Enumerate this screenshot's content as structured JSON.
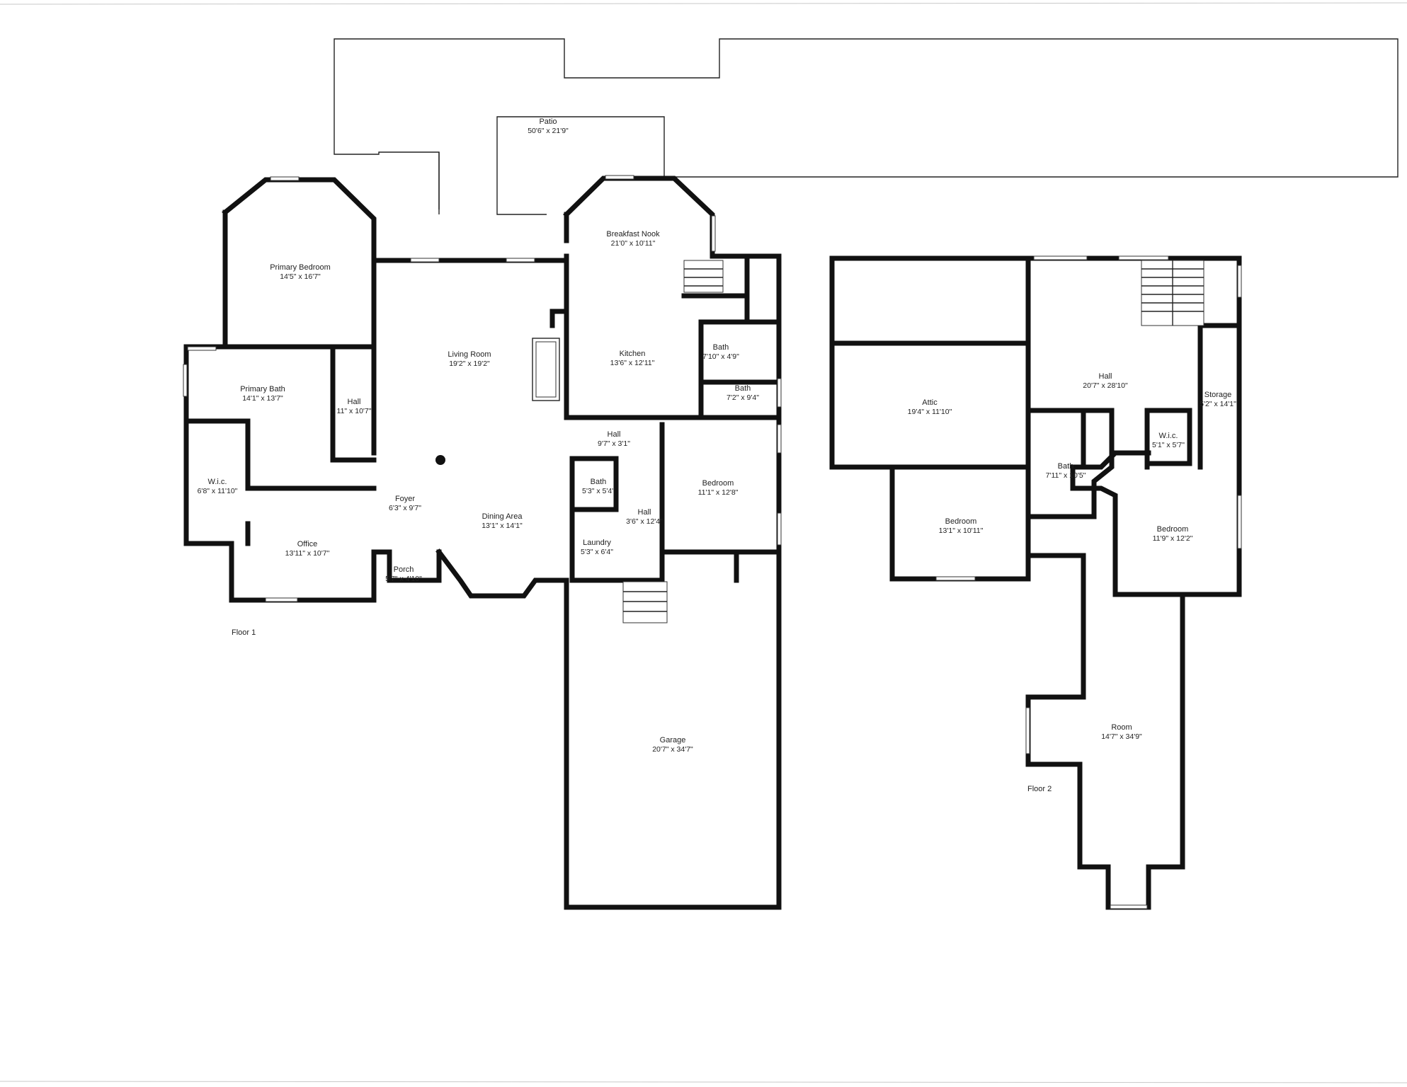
{
  "floors": [
    {
      "label": "Floor 1",
      "rooms": [
        {
          "name": "Patio",
          "dims": "50'6\" x 21'9\""
        },
        {
          "name": "Primary Bedroom",
          "dims": "14'5\" x 16'7\""
        },
        {
          "name": "Breakfast Nook",
          "dims": "21'0\" x 10'11\""
        },
        {
          "name": "Living Room",
          "dims": "19'2\" x 19'2\""
        },
        {
          "name": "Kitchen",
          "dims": "13'6\" x 12'11\""
        },
        {
          "name": "Bath",
          "dims": "7'10\" x 4'9\""
        },
        {
          "name": "Bath",
          "dims": "7'2\" x 9'4\""
        },
        {
          "name": "Primary Bath",
          "dims": "14'1\" x 13'7\""
        },
        {
          "name": "Hall",
          "dims": "11\" x 10'7\""
        },
        {
          "name": "Hall",
          "dims": "9'7\" x 3'1\""
        },
        {
          "name": "W.i.c.",
          "dims": "6'8\" x 11'10\""
        },
        {
          "name": "Foyer",
          "dims": "6'3\" x 9'7\""
        },
        {
          "name": "Dining Area",
          "dims": "13'1\" x 14'1\""
        },
        {
          "name": "Bath",
          "dims": "5'3\" x 5'4\""
        },
        {
          "name": "Hall",
          "dims": "3'6\" x 12'4\""
        },
        {
          "name": "Bedroom",
          "dims": "11'1\" x 12'8\""
        },
        {
          "name": "Office",
          "dims": "13'11\" x 10'7\""
        },
        {
          "name": "Laundry",
          "dims": "5'3\" x 6'4\""
        },
        {
          "name": "Porch",
          "dims": "5'7\" x 4'10\""
        },
        {
          "name": "Garage",
          "dims": "20'7\" x 34'7\""
        }
      ]
    },
    {
      "label": "Floor 2",
      "rooms": [
        {
          "name": "Attic",
          "dims": "19'4\" x 11'10\""
        },
        {
          "name": "Hall",
          "dims": "20'7\" x 28'10\""
        },
        {
          "name": "Storage",
          "dims": "5'2\" x 14'1\""
        },
        {
          "name": "Bath",
          "dims": "7'11\" x 10'5\""
        },
        {
          "name": "W.i.c.",
          "dims": "5'1\" x 5'7\""
        },
        {
          "name": "Bedroom",
          "dims": "13'1\" x 10'11\""
        },
        {
          "name": "Bedroom",
          "dims": "11'9\" x 12'2\""
        },
        {
          "name": "Room",
          "dims": "14'7\" x 34'9\""
        }
      ]
    }
  ]
}
